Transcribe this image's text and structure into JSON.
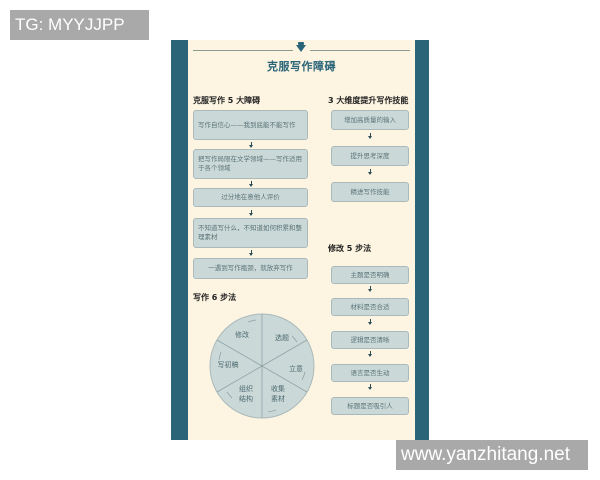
{
  "watermarks": {
    "top": "TG: MYYJJPP",
    "bottom": "www.yanzhitang.net"
  },
  "poster": {
    "title": "克服写作障碍",
    "colors": {
      "border": "#2a6478",
      "background": "#fdf5e2",
      "box_fill": "#cbd8d8",
      "box_text": "#5b7477"
    },
    "obstacles": {
      "heading": "克服写作 5 大障碍",
      "items": [
        "写作自信心——我到底能不能写作",
        "把写作局限在文学领域——写作适用于各个领域",
        "过分地在意他人评价",
        "不知道写什么，不知道如何积累和整理素材",
        "一遇到写作瓶颈，就放弃写作"
      ]
    },
    "skills": {
      "heading": "3 大维度提升写作技能",
      "items": [
        "增加高质量的输入",
        "提升思考深度",
        "精进写作技能"
      ]
    },
    "revision": {
      "heading": "修改 5 步法",
      "items": [
        "主题是否明确",
        "材料是否合适",
        "逻辑是否清晰",
        "语言是否生动",
        "标题是否吸引人"
      ]
    },
    "writing_steps": {
      "heading": "写作 6 步法",
      "segments": [
        "选题",
        "立意",
        "收集素材",
        "组织结构",
        "写初稿",
        "修改"
      ],
      "labels": {
        "s1": "选题",
        "s2": "立意",
        "s3a": "收集",
        "s3b": "素材",
        "s4a": "组织",
        "s4b": "结构",
        "s5": "写初稿",
        "s6": "修改"
      }
    }
  }
}
